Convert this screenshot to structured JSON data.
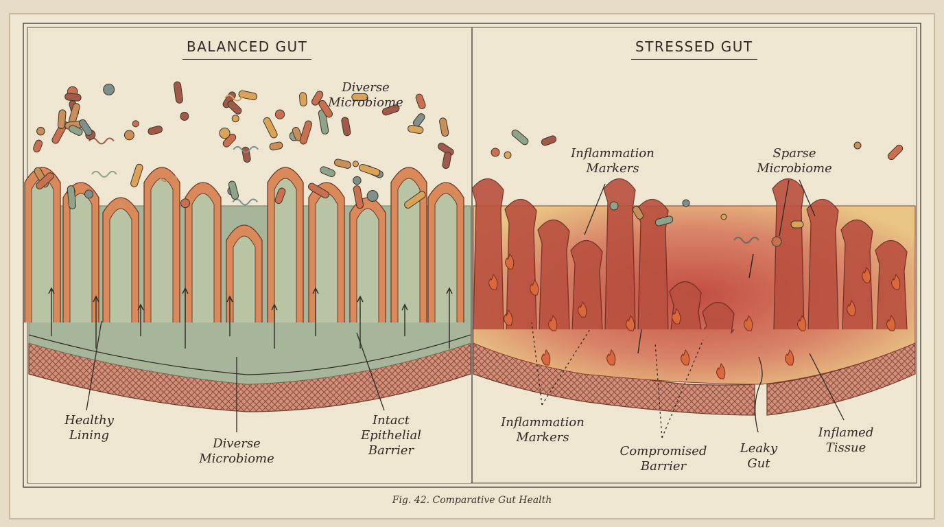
{
  "panels": {
    "left": {
      "title": "BALANCED GUT",
      "labels": {
        "top_microbiome": "Diverse\nMicrobiome",
        "healthy_lining": "Healthy\nLining",
        "bottom_microbiome": "Diverse\nMicrobiome",
        "barrier": "Intact\nEpithelial\nBarrier"
      }
    },
    "right": {
      "title": "STRESSED GUT",
      "labels": {
        "inflammation_top": "Inflammation\nMarkers",
        "sparse": "Sparse\nMicrobiome",
        "inflammation_bottom": "Inflammation\nMarkers",
        "compromised": "Compromised\nBarrier",
        "leaky": "Leaky\nGut",
        "inflamed": "Inflamed\nTissue"
      }
    }
  },
  "caption": "Fig. 42. Comparative Gut Health",
  "colors": {
    "paper": "#efe6d2",
    "ink": "#2f2a24",
    "healthy_tissue": "#a7b69a",
    "villus_orange": "#d9895a",
    "villus_core": "#b8c4a4",
    "muscle_layer": "#c98a72",
    "inflamed_red": "#c9574a",
    "inflamed_yellow": "#e8c27e",
    "flame": "#d9683c"
  },
  "icons": [
    "bacteria-icon",
    "flame-icon",
    "arrow-up-icon"
  ]
}
